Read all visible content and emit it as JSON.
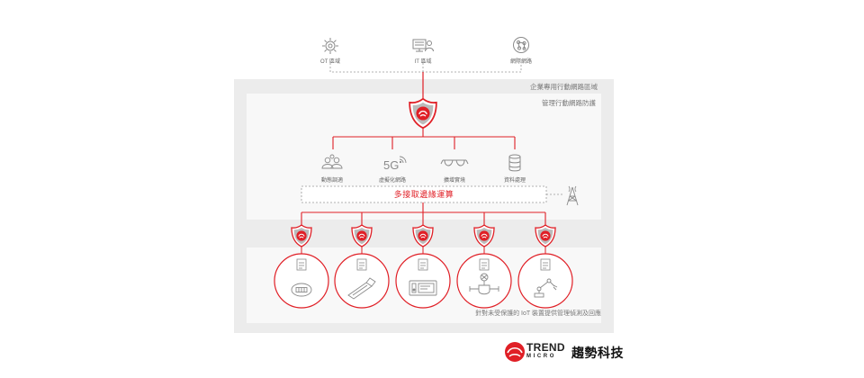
{
  "top_nodes": [
    {
      "label": "OT 區域",
      "icon": "gear-icon"
    },
    {
      "label": "IT 區域",
      "icon": "it-workstation-icon"
    },
    {
      "label": "網際網路",
      "icon": "globe-network-icon"
    }
  ],
  "enterprise_zone_label": "企業專用行動網路區域",
  "management_zone_label": "管理行動網路防護",
  "management_nodes": [
    {
      "label": "動態調適",
      "icon": "people-icon"
    },
    {
      "label": "虛擬化網路",
      "icon": "5g-icon"
    },
    {
      "label": "擴增實境",
      "icon": "ar-glasses-icon"
    },
    {
      "label": "資料處理",
      "icon": "database-icon"
    }
  ],
  "fiveg_text": "5G",
  "edge_computing_label": "多接取邊緣運算",
  "tower_icon": "cell-tower-icon",
  "shield_icon": "trend-shield-icon",
  "devices": [
    {
      "icon": "smart-meter-icon"
    },
    {
      "icon": "industrial-tool-icon"
    },
    {
      "icon": "control-panel-icon"
    },
    {
      "icon": "valve-icon"
    },
    {
      "icon": "robot-arm-icon"
    }
  ],
  "bottom_caption": "針對未受保護的 IoT 裝置提供管理偵測及回應",
  "brand": {
    "trend": "TREND",
    "micro": "MICRO",
    "chinese": "趨勢科技"
  },
  "colors": {
    "accent": "#e01f26",
    "zone_outer": "#ececec",
    "zone_inner": "#f8f8f8",
    "icon_gray": "#8a8a8a",
    "line_gray": "#999999"
  }
}
